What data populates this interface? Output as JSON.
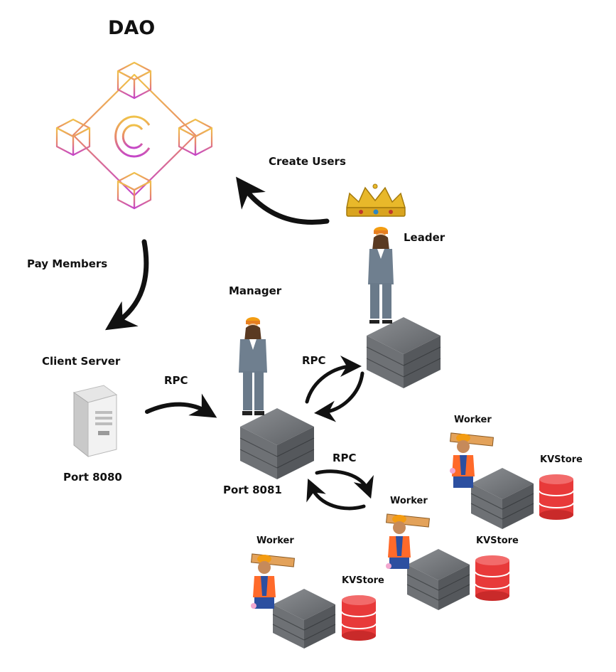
{
  "diagram": {
    "dao": {
      "title": "DAO",
      "icon": "blockchain-coin-icon"
    },
    "arrows": {
      "create_users": "Create Users",
      "pay_members": "Pay Members",
      "rpc_client_manager": "RPC",
      "rpc_manager_leader": "RPC",
      "rpc_manager_workers": "RPC"
    },
    "leader": {
      "role": "Leader",
      "icon": "crown-icon"
    },
    "manager": {
      "role": "Manager",
      "port": "Port 8081"
    },
    "client_server": {
      "label": "Client Server",
      "port": "Port 8080"
    },
    "workers": [
      {
        "role": "Worker",
        "store": "KVStore"
      },
      {
        "role": "Worker",
        "store": "KVStore"
      },
      {
        "role": "Worker",
        "store": "KVStore"
      }
    ],
    "colors": {
      "dao_gradient_top": "#f0c24a",
      "dao_gradient_bottom": "#c546c9",
      "server": "#6c6f73",
      "kvstore": "#e83a3a",
      "arrow": "#111111"
    }
  }
}
